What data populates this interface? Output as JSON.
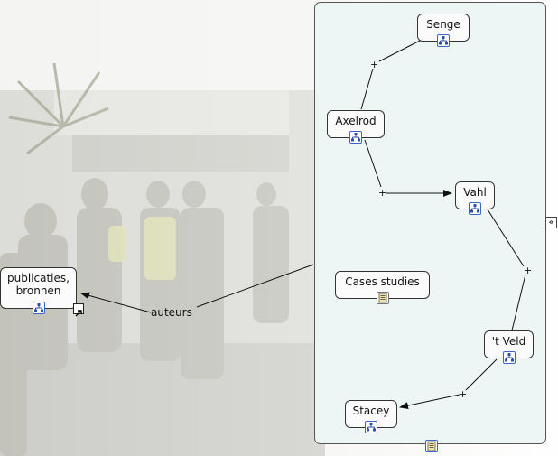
{
  "nodes": {
    "senge": "Senge",
    "axelrod": "Axelrod",
    "vahl": "Vahl",
    "cases": "Cases studies",
    "veld": "'t Veld",
    "stacey": "Stacey",
    "publicaties_line1": "publicaties,",
    "publicaties_line2": "bronnen"
  },
  "link_label": "auteurs",
  "icons": {
    "concept_map": "concept-map-icon",
    "document": "document-icon",
    "collapse": "collapse-double-left-icon",
    "shortcut": "shortcut-arrow-icon"
  },
  "colors": {
    "panel_bg": "#eef5f5",
    "icon_border": "#3a66c4"
  }
}
